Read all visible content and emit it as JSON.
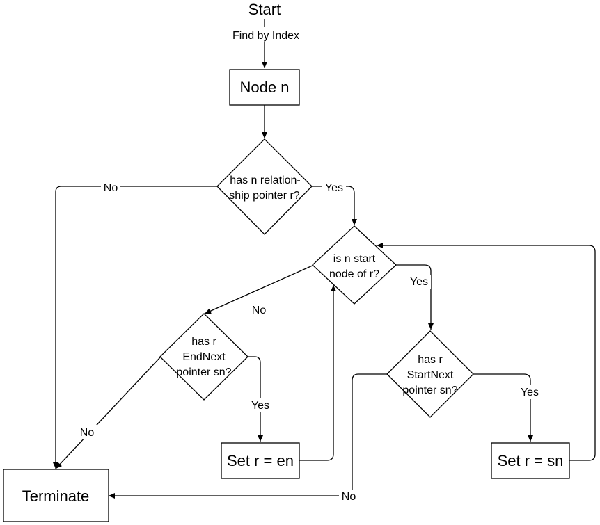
{
  "diagram": {
    "start": {
      "label": "Start",
      "edge_label": "Find by Index"
    },
    "node_n": {
      "label": "Node n"
    },
    "decision_has_rel": {
      "lines": [
        "has n relation-",
        "ship pointer r?"
      ]
    },
    "decision_is_start": {
      "lines": [
        "is n start",
        "node of r?"
      ]
    },
    "decision_end_next": {
      "lines": [
        "has r",
        "EndNext",
        "pointer sn?"
      ]
    },
    "decision_start_next": {
      "lines": [
        "has r",
        "StartNext",
        "pointer sn?"
      ]
    },
    "set_r_en": {
      "label": "Set r = en"
    },
    "set_r_sn": {
      "label": "Set r = sn"
    },
    "terminate": {
      "label": "Terminate"
    },
    "edge_labels": {
      "has_rel_no": "No",
      "has_rel_yes": "Yes",
      "is_start_no": "No",
      "is_start_yes": "Yes",
      "end_next_yes": "Yes",
      "end_next_no": "No",
      "start_next_yes": "Yes",
      "start_next_no": "No"
    }
  }
}
